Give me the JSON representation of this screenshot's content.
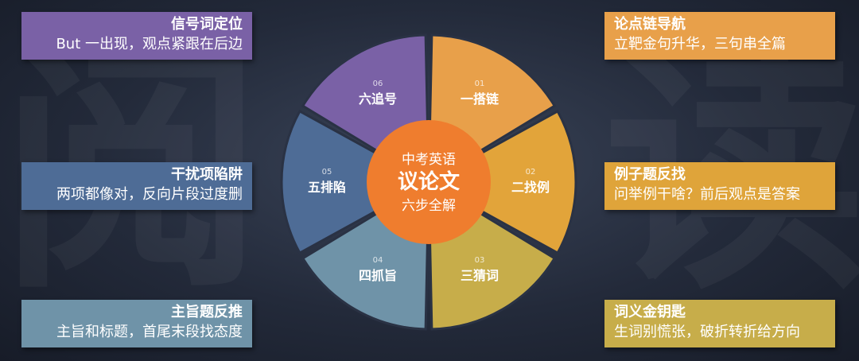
{
  "background": {
    "left_char": "阅",
    "right_char": "读"
  },
  "center": {
    "line1": "中考英语",
    "line2": "议论文",
    "line3": "六步全解",
    "color": "#ef7d2e"
  },
  "segments": [
    {
      "num": "01",
      "label": "一搭链",
      "color": "#e8a04a"
    },
    {
      "num": "02",
      "label": "二找例",
      "color": "#e2a43a"
    },
    {
      "num": "03",
      "label": "三猜词",
      "color": "#c7ad4a"
    },
    {
      "num": "04",
      "label": "四抓旨",
      "color": "#6f93a8"
    },
    {
      "num": "05",
      "label": "五排陷",
      "color": "#4e6c96"
    },
    {
      "num": "06",
      "label": "六追号",
      "color": "#7a61a6"
    }
  ],
  "cards": {
    "signal": {
      "title": "信号词定位",
      "subtitle": "But 一出现，观点紧跟在后边",
      "color": "#7a61a6"
    },
    "distractor": {
      "title": "干扰项陷阱",
      "subtitle": "两项都像对，反向片段过度删",
      "color": "#4e6c96"
    },
    "main_idea": {
      "title": "主旨题反推",
      "subtitle": "主旨和标题，首尾末段找态度",
      "color": "#6f93a8"
    },
    "argument_chain": {
      "title": "论点链导航",
      "subtitle": "立靶金句升华，三句串全篇",
      "color": "#e8a04a"
    },
    "example": {
      "title": "例子题反找",
      "subtitle": "问举例干啥？前后观点是答案",
      "color": "#dfa43a"
    },
    "vocab": {
      "title": "词义金钥匙",
      "subtitle": "生词别慌张，破折转折给方向",
      "color": "#c7ad4a"
    }
  }
}
